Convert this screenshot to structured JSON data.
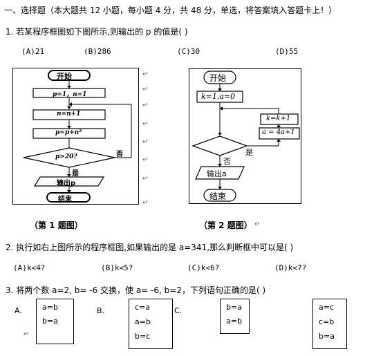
{
  "section_header": "一、选择题（本大题共 12 小题，每小题 4 分，共 48 分，单选，将答案填入答题卡上！）",
  "q1": {
    "stem": "1. 若某程序框图如下图所示,则输出的 p 的值是(      )",
    "options": [
      "(A)21",
      "(B)286",
      "(C)30",
      "(D)55"
    ]
  },
  "fig1": {
    "start": "开始",
    "init": "p=1，n=1",
    "step1": "n=n+1",
    "step2": "p=p+n²",
    "cond": "p>20?",
    "yes": "是",
    "no": "否",
    "output": "输出p",
    "end": "结束",
    "caption": "（第 1 题图）"
  },
  "fig2": {
    "start": "开始",
    "init": "k=1,a=0",
    "step_k": "k=k+1",
    "step_a": "a = 4a+1",
    "yes": "是",
    "no": "否",
    "output": "输出a",
    "end": "结束",
    "caption": "（第 2 题图）"
  },
  "q2": {
    "stem": "2. 执行如右上图所示的程序框图,如果输出的是 a=341,那么判断框中可以是(      )",
    "options": [
      "(A)k<4?",
      "(B)k<5?",
      "(C)k<6?",
      "(D)k<7?"
    ]
  },
  "q3": {
    "stem": "3. 将两个数 a=2,  b= -6 交换，使 a= -6, b=2，下列语句正确的是(      )",
    "labels": [
      "A.",
      "B.",
      "C."
    ],
    "boxes": [
      [
        "a=b",
        "b=a"
      ],
      [
        "c=a",
        "a=b",
        "b=c"
      ],
      [
        "b=a",
        "a=b"
      ],
      [
        "a=c",
        "c=b",
        "b=a"
      ]
    ]
  },
  "mark": "↵"
}
